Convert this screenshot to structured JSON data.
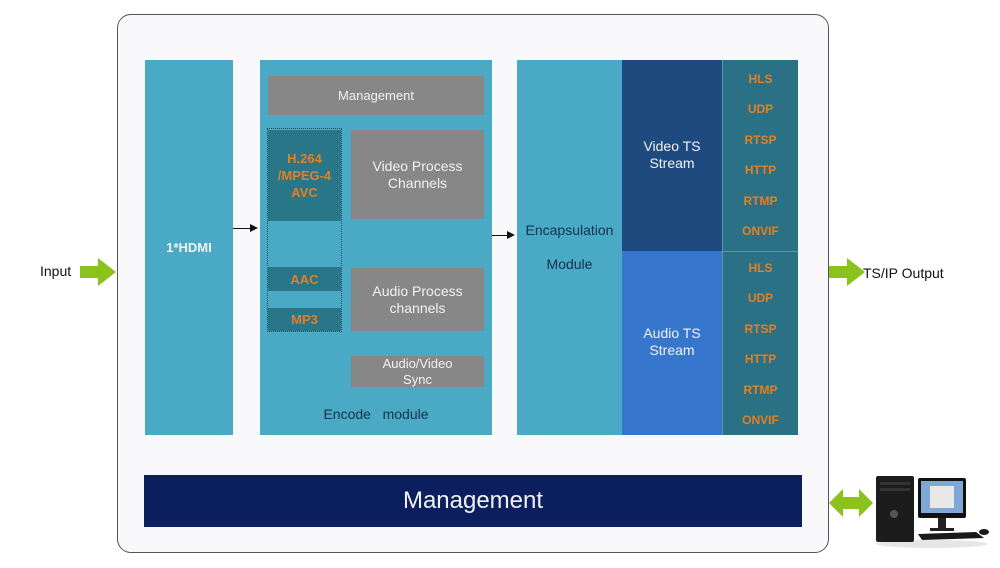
{
  "input": {
    "label": "Input"
  },
  "hdmi": {
    "label": "1*HDMI"
  },
  "encode_module": {
    "management_label": "Management",
    "video_codec_label": "H.264\n/MPEG-4\nAVC",
    "video_process_label": "Video Process\nChannels",
    "audio_codecs": [
      "AAC",
      "MP3"
    ],
    "audio_process_label": "Audio Process\nchannels",
    "av_sync_label": "Audio/Video\nSync",
    "module_label": "Encode   module"
  },
  "encapsulation": {
    "line1": "Encapsulation",
    "line2": "Module"
  },
  "video_stream": {
    "label": "Video TS\nStream",
    "protocols": [
      "HLS",
      "UDP",
      "RTSP",
      "HTTP",
      "RTMP",
      "ONVIF"
    ]
  },
  "audio_stream": {
    "label": "Audio TS\nStream",
    "protocols": [
      "HLS",
      "UDP",
      "RTSP",
      "HTTP",
      "RTMP",
      "ONVIF"
    ]
  },
  "output": {
    "label": "TS/IP Output"
  },
  "management_bar": {
    "label": "Management"
  },
  "colors": {
    "teal": "#4aa9c4",
    "codec": "#2a7689",
    "orange": "#e67e22",
    "gray": "#878787",
    "video_stream": "#1f4a80",
    "audio_stream": "#3676cc",
    "protocol_col": "#2b7185",
    "navy": "#0b1f5e",
    "green_arrow": "#8bc21c"
  }
}
